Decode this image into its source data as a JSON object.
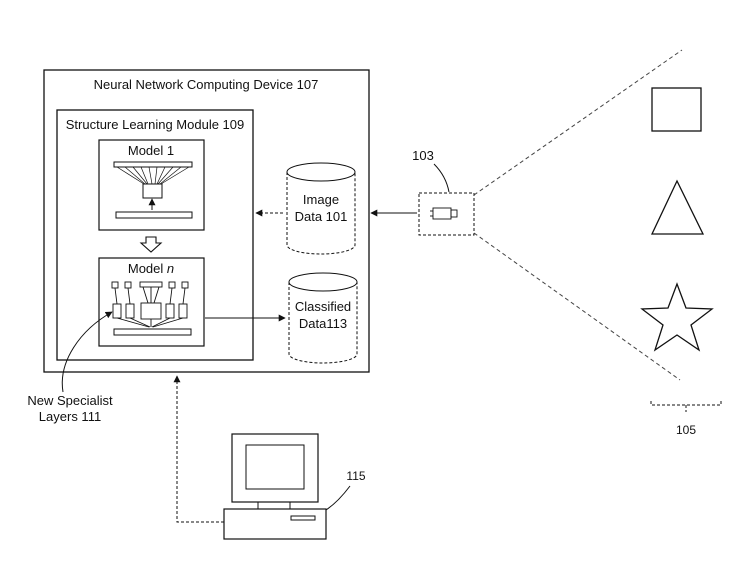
{
  "device": {
    "title": "Neural Network Computing Device 107"
  },
  "module": {
    "title": "Structure Learning Module 109"
  },
  "model1": {
    "title": "Model 1"
  },
  "modeln": {
    "title_prefix": "Model ",
    "title_var": "n"
  },
  "image_data": {
    "line1": "Image",
    "line2": "Data 101"
  },
  "classified_data": {
    "line1": "Classified",
    "line2": "Data113"
  },
  "camera": {
    "ref": "103"
  },
  "specialist": {
    "line1": "New Specialist",
    "line2": "Layers 111"
  },
  "objects": {
    "ref": "105",
    "shapes": [
      "square",
      "triangle",
      "star"
    ]
  },
  "computer": {
    "ref": "115"
  }
}
